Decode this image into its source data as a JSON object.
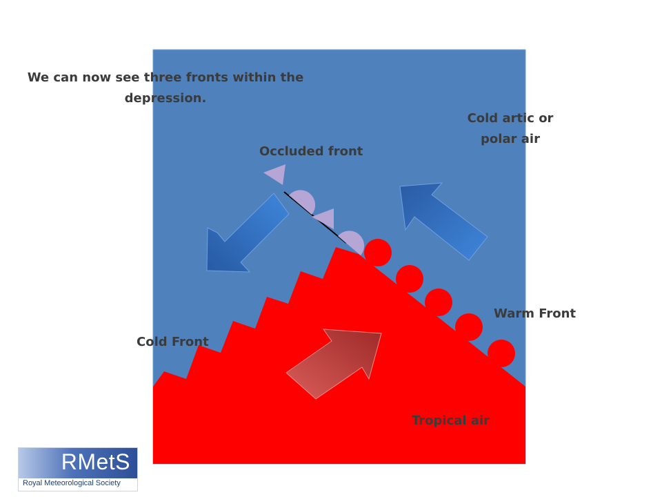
{
  "title": "We can now see three fronts within the depression.",
  "labels": {
    "cold_air": "Cold artic or polar air",
    "occluded_front": "Occluded front",
    "warm_front": "Warm Front",
    "cold_front": "Cold Front",
    "tropical_air": "Tropical air"
  },
  "logo": {
    "text": "RMetS",
    "subtitle": "Royal Meteorological Society"
  },
  "colors": {
    "cold_air": "#4f81bd",
    "warm_air": "#ff0000",
    "occluded_symbols": "#b5a6d6",
    "arrow_cold": "#2f63b3",
    "arrow_warm": "#c0504d",
    "label_text": "#3b3b3b"
  }
}
